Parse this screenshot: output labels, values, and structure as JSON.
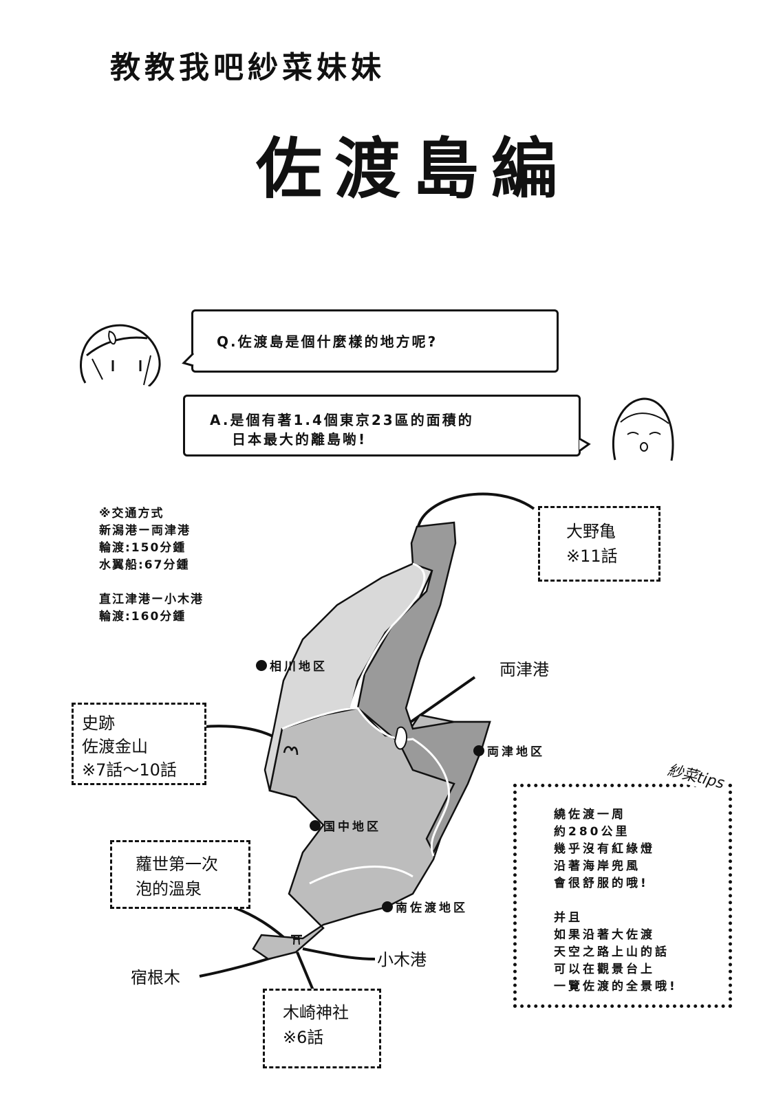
{
  "header": {
    "series_title": "教教我吧紗菜妹妹",
    "chapter_title": "佐渡島編"
  },
  "dialogue": {
    "question": "Q.佐渡島是個什麼樣的地方呢?",
    "answer_line1": "A.是個有著1.4個東京23區的面積的",
    "answer_line2": "日本最大的離島喲!"
  },
  "transport": {
    "heading": "※交通方式",
    "route1": "新潟港ー両津港",
    "route1_ferry": "輪渡:150分鍾",
    "route1_hydrofoil": "水翼船:67分鍾",
    "route2": "直江津港ー小木港",
    "route2_ferry": "輪渡:160分鍾"
  },
  "map": {
    "colors": {
      "north_east_region": "#9a9a9a",
      "north_west_region": "#d9d9d9",
      "central_region": "#bdbdbd",
      "border": "#111111",
      "region_divider": "#ffffff"
    },
    "districts": [
      {
        "label": "相川地区"
      },
      {
        "label": "両津地区"
      },
      {
        "label": "国中地区"
      },
      {
        "label": "南佐渡地区"
      }
    ],
    "ports": {
      "ryotsu": "両津港",
      "ogi": "小木港"
    },
    "places": {
      "shukunegi": "宿根木"
    },
    "callouts": {
      "onogame_line1": "大野亀",
      "onogame_line2": "※11話",
      "goldmine_line1": "史跡",
      "goldmine_line2": "佐渡金山",
      "goldmine_line3": "※7話〜10話",
      "onsen_line1": "蘿世第一次",
      "onsen_line2": "泡的溫泉",
      "shrine_line1": "木崎神社",
      "shrine_line2": "※6話"
    }
  },
  "tips": {
    "label": "紗菜tips",
    "lines": [
      "繞佐渡一周",
      "約280公里",
      "幾乎沒有紅綠燈",
      "沿著海岸兜風",
      "會很舒服的哦!",
      "",
      "并且",
      "如果沿著大佐渡",
      "天空之路上山的話",
      "可以在觀景台上",
      "一覽佐渡的全景哦!"
    ]
  }
}
